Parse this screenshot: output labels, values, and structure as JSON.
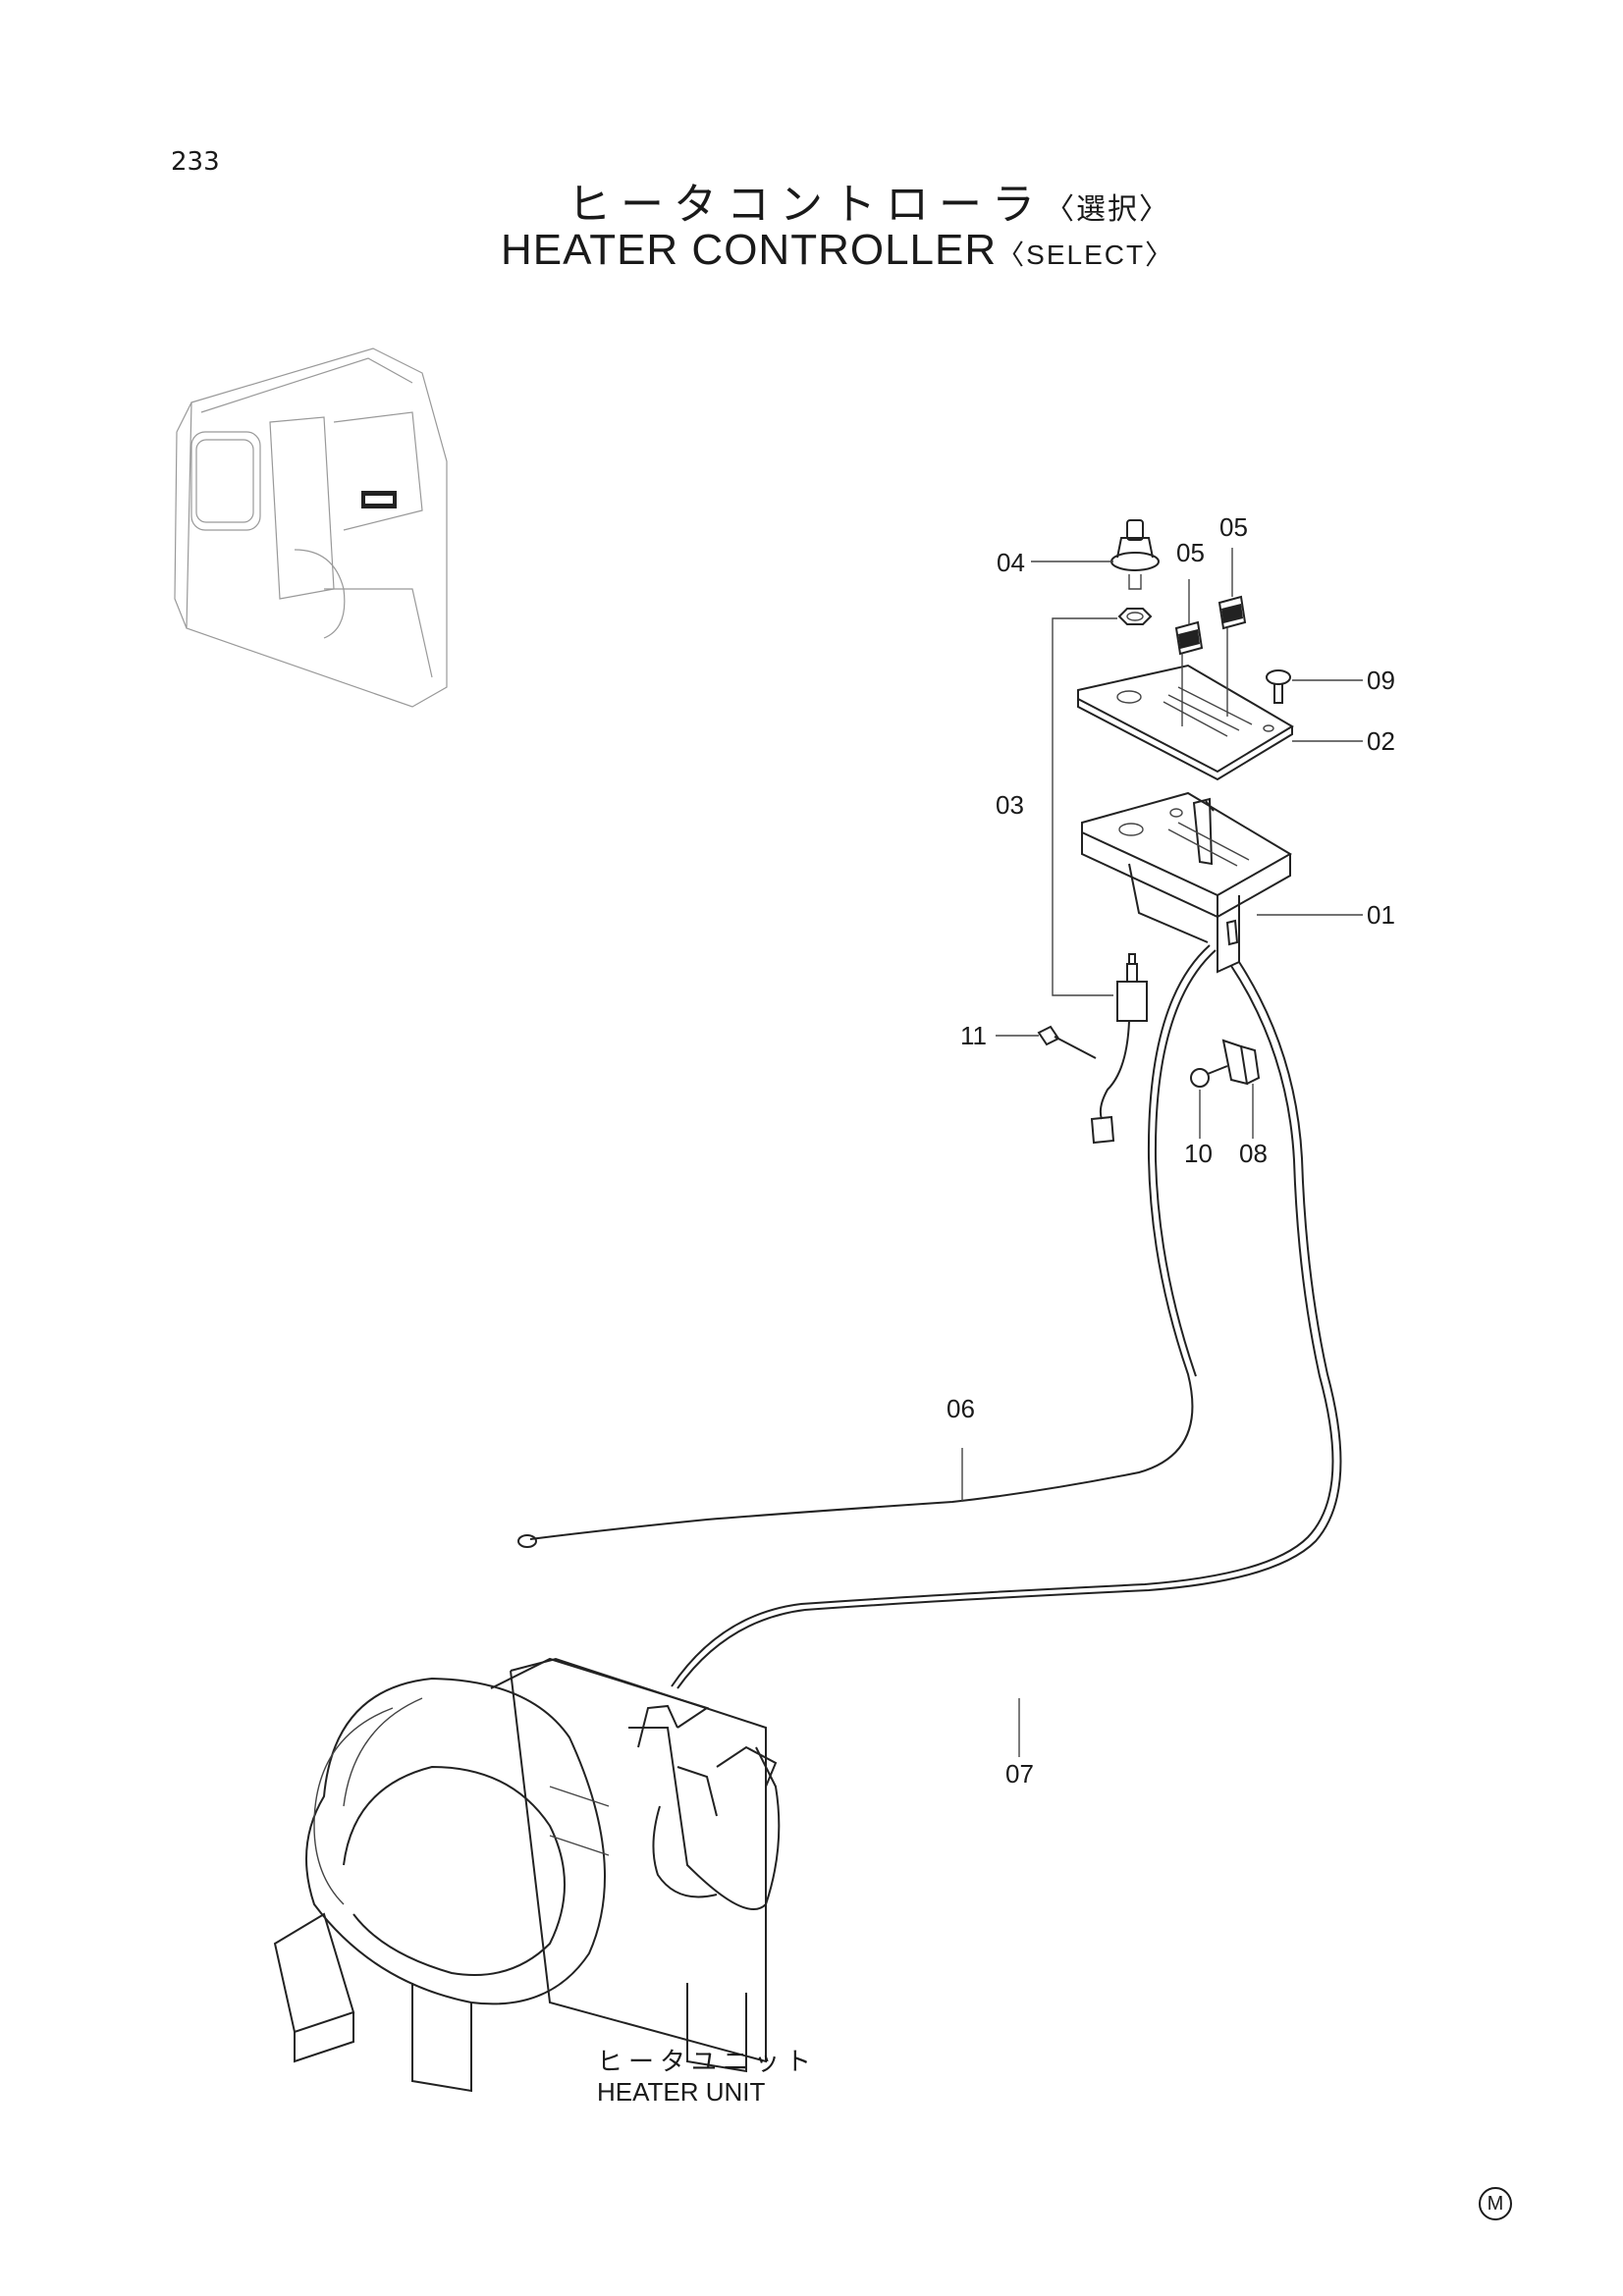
{
  "page": {
    "number": "233"
  },
  "title": {
    "jp": "ヒータコントローラ",
    "jp_sub": "〈選択〉",
    "en": "HEATER CONTROLLER",
    "en_sub": "〈SELECT〉"
  },
  "callouts": {
    "c01": "01",
    "c02": "02",
    "c03": "03",
    "c04": "04",
    "c05a": "05",
    "c05b": "05",
    "c06": "06",
    "c07": "07",
    "c08": "08",
    "c09": "09",
    "c10": "10",
    "c11": "11"
  },
  "heater_unit": {
    "jp": "ヒータユニット",
    "en": "HEATER UNIT"
  },
  "mark": "M"
}
